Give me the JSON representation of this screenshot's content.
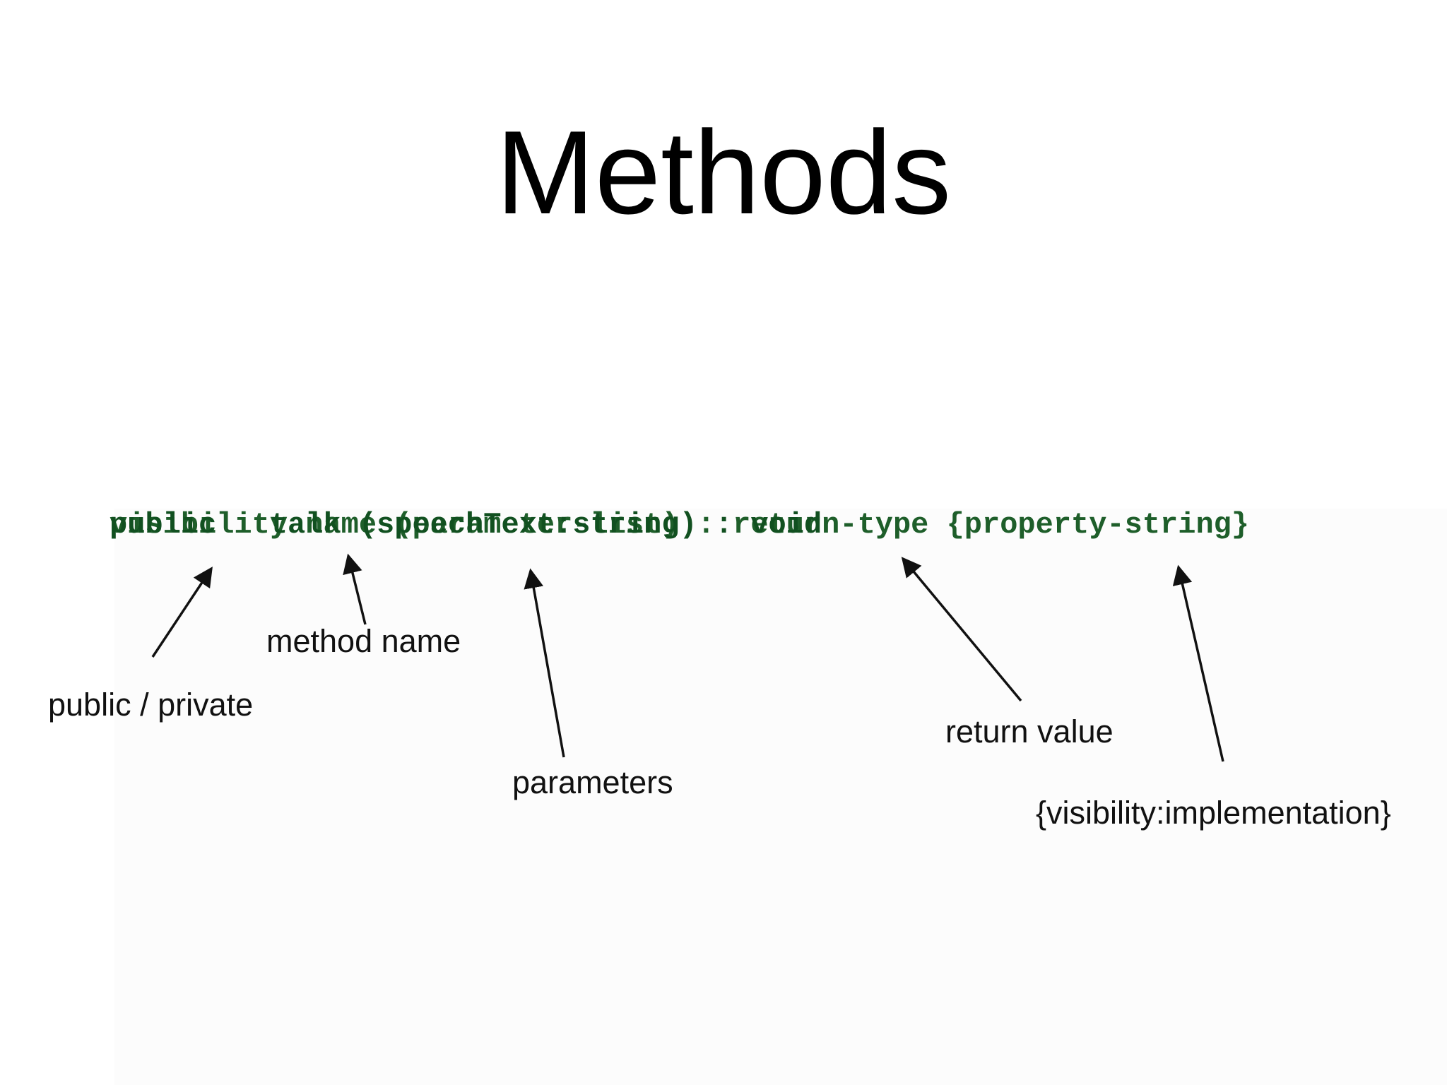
{
  "slide": {
    "title": "Methods"
  },
  "code": {
    "general_syntax": "visibility name (parameter-list) : return-type {property-string}",
    "example": "public   talk (speechText:string) : void"
  },
  "annotations": {
    "visibility": "public / private",
    "name": "method name",
    "parameters": "parameters",
    "return": "return value",
    "property": "{visibility:implementation}"
  },
  "colors": {
    "code_green": "#1e5e2a",
    "text": "#111111",
    "background": "#ffffff"
  }
}
